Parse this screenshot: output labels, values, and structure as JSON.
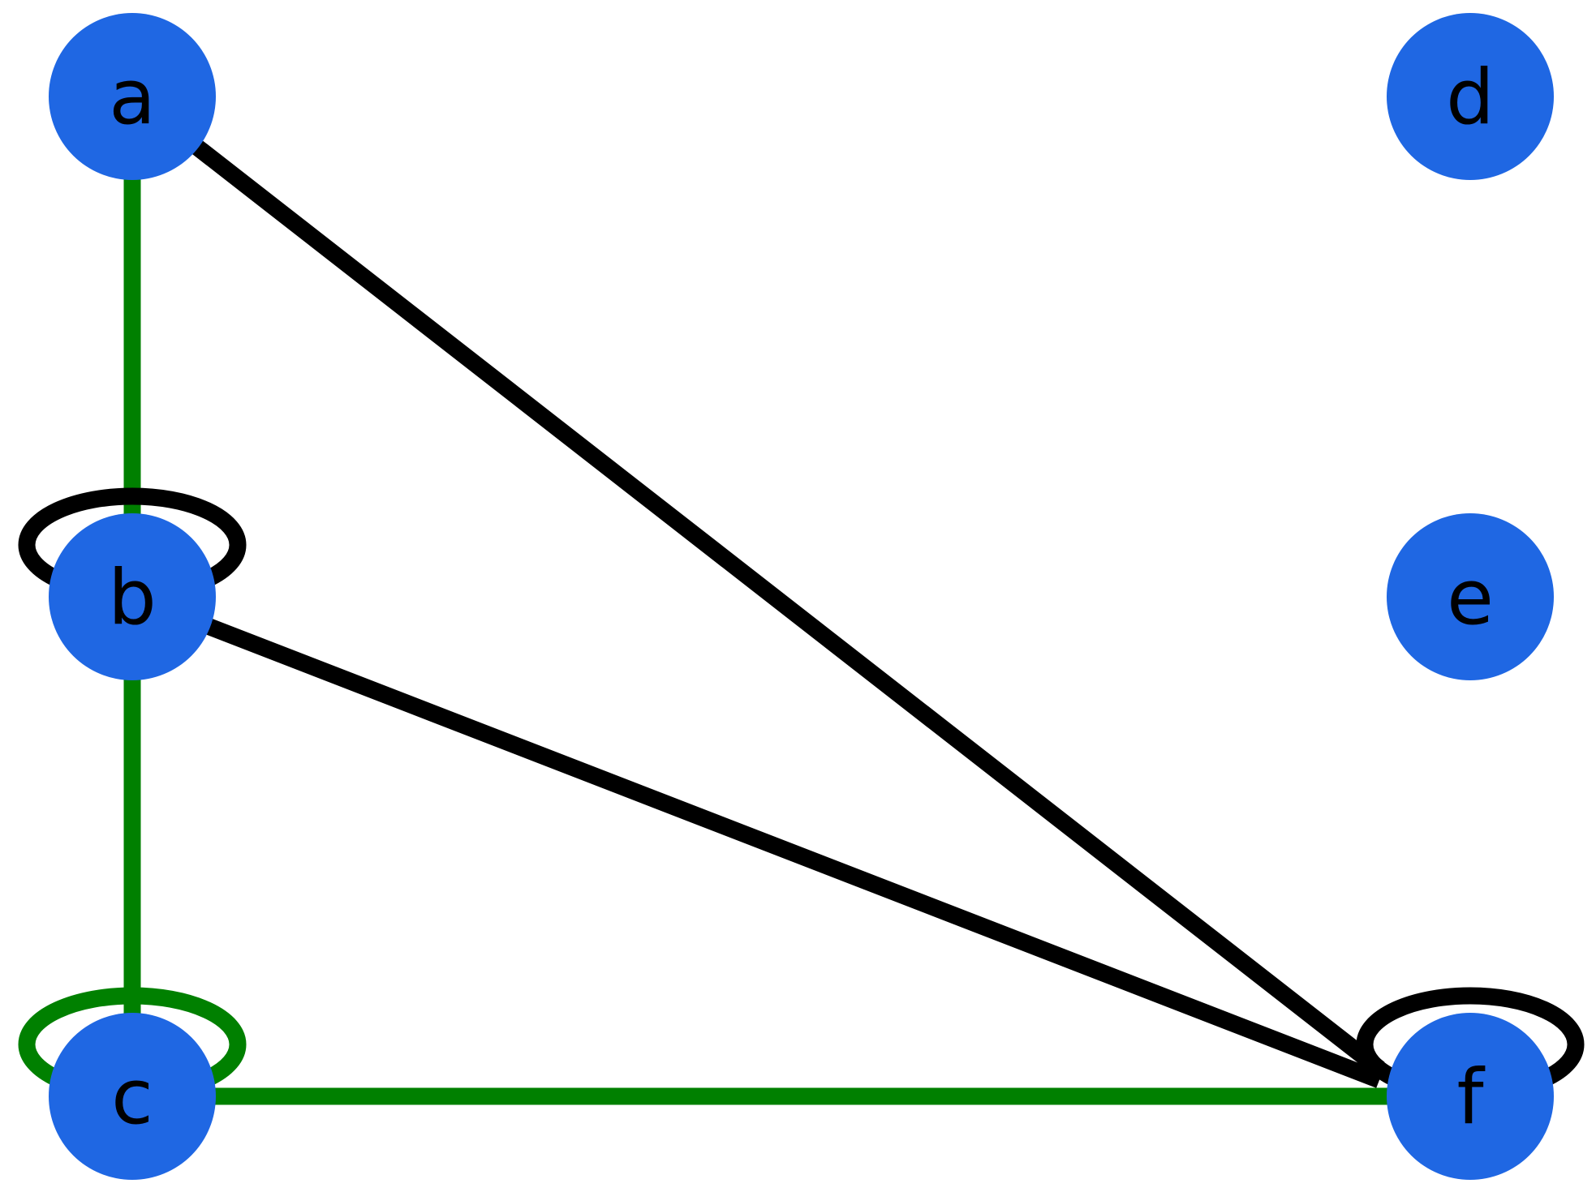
{
  "graph": {
    "node_color": "#1f67e3",
    "label_color": "#000000",
    "nodes": [
      {
        "id": "a",
        "label": "a"
      },
      {
        "id": "b",
        "label": "b"
      },
      {
        "id": "c",
        "label": "c"
      },
      {
        "id": "d",
        "label": "d"
      },
      {
        "id": "e",
        "label": "e"
      },
      {
        "id": "f",
        "label": "f"
      }
    ],
    "edges": [
      {
        "source": "a",
        "target": "b",
        "color": "#008000"
      },
      {
        "source": "b",
        "target": "c",
        "color": "#008000"
      },
      {
        "source": "c",
        "target": "f",
        "color": "#008000"
      },
      {
        "source": "a",
        "target": "f",
        "color": "#000000"
      },
      {
        "source": "b",
        "target": "f",
        "color": "#000000"
      },
      {
        "source": "b",
        "target": "b",
        "color": "#000000"
      },
      {
        "source": "c",
        "target": "c",
        "color": "#008000"
      },
      {
        "source": "f",
        "target": "f",
        "color": "#000000"
      }
    ]
  }
}
